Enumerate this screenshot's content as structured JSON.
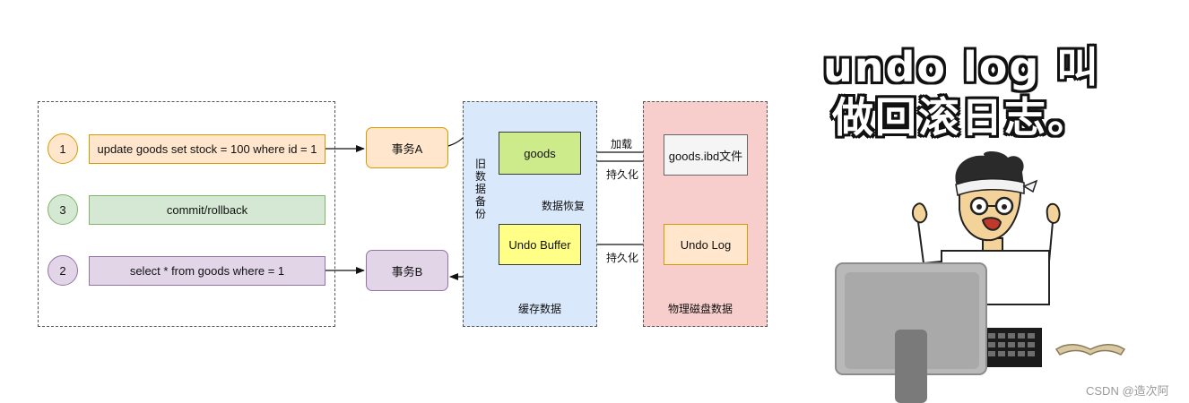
{
  "diagram": {
    "steps": [
      {
        "number": "1",
        "text": "update goods set stock = 100 where id = 1"
      },
      {
        "number": "3",
        "text": "commit/rollback"
      },
      {
        "number": "2",
        "text": "select * from goods where = 1"
      }
    ],
    "transactions": {
      "a": "事务A",
      "b": "事务B"
    },
    "cache": {
      "goods": "goods",
      "undo_buffer": "Undo Buffer",
      "region_label": "缓存数据",
      "backup_label": [
        "旧",
        "数",
        "据",
        "备",
        "份"
      ],
      "restore_label": "数据恢复"
    },
    "disk": {
      "file": "goods.ibd文件",
      "undo_log": "Undo Log",
      "region_label": "物理磁盘数据"
    },
    "arrows": {
      "load": "加载",
      "persist_1": "持久化",
      "persist_2": "持久化"
    },
    "colors": {
      "step1": "#ffe6cc",
      "step1_border": "#d79b00",
      "step3": "#d5e8d4",
      "step3_border": "#82b366",
      "step2": "#e1d5e7",
      "step2_border": "#9673a6",
      "goods": "#cdeb8b",
      "goods_border": "#36393d",
      "undo_buffer": "#ffff88",
      "undo_buffer_border": "#36393d",
      "cache_region": "#dae8fc",
      "disk_region": "#f8cecc",
      "file": "#f5f5f5",
      "file_border": "#666666"
    }
  },
  "meme": {
    "title_line1": "undo log 叫",
    "title_line2": "做回滚日志。"
  },
  "watermark": "CSDN @造次阿"
}
